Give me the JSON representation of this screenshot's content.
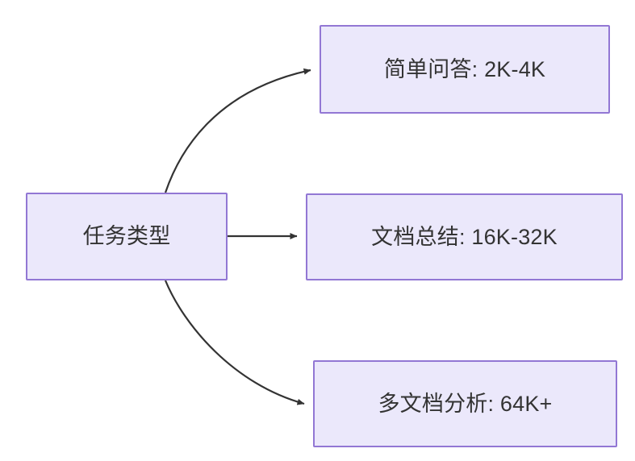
{
  "diagram": {
    "type": "flowchart",
    "direction": "left-to-right",
    "background": "#ffffff",
    "node_fill": "#ebe8fb",
    "node_border": "#9277d4",
    "edge_color": "#333333",
    "text_color": "#333333",
    "nodes": [
      {
        "id": "root",
        "label": "任务类型"
      },
      {
        "id": "qa",
        "label": "简单问答: 2K-4K"
      },
      {
        "id": "doc",
        "label": "文档总结: 16K-32K"
      },
      {
        "id": "multi",
        "label": "多文档分析: 64K+"
      }
    ],
    "edges": [
      {
        "from": "root",
        "to": "qa",
        "label": "",
        "style": "curved-arrow"
      },
      {
        "from": "root",
        "to": "doc",
        "label": "",
        "style": "straight-arrow"
      },
      {
        "from": "root",
        "to": "multi",
        "label": "",
        "style": "curved-arrow"
      }
    ]
  }
}
